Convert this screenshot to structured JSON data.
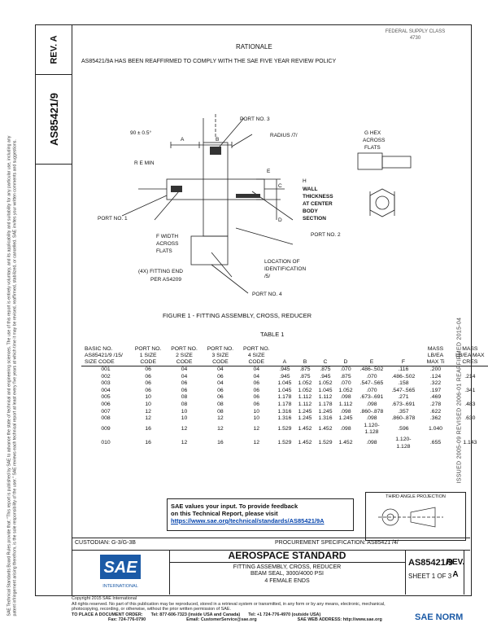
{
  "left_column": {
    "rev_label": "REV.",
    "rev_value": "A",
    "doc_number": "AS85421/9",
    "side_notice": "SAE Technical Standards Board Rules provide that: \"This report is published by SAE to advance the state of technical and engineering sciences. The use of this report is entirely voluntary, and its applicability and suitability for any particular use, including any patent infringement arising therefrom, is the sole responsibility of the user.\" SAE reviews each technical report at least every five years at which time it may be revised, reaffirmed, stabilized, or cancelled. SAE invites your written comments and suggestions."
  },
  "right_stamp": "ISSUED 2005-09   REVISED 2006-01   REAFFIRMED 2015-04",
  "fed_tag": "FEDERAL SUPPLY CLASS\n4730",
  "rationale_heading": "RATIONALE",
  "rationale_text": "AS85421/9A HAS BEEN REAFFIRMED TO COMPLY WITH THE SAE FIVE YEAR REVIEW POLICY",
  "figure": {
    "labels": {
      "angle": "90 ± 0.5°",
      "port3": "PORT NO. 3",
      "radius": "RADIUS /7/",
      "a": "A",
      "b": "B",
      "c": "C",
      "d": "D",
      "e": "E",
      "remin": "R E MIN",
      "h": "H",
      "wall": "WALL",
      "thickness": "THICKNESS",
      "atcenter": "AT CENTER",
      "body": "BODY",
      "section": "SECTION",
      "port1": "PORT NO. 1",
      "port2": "PORT NO. 2",
      "fwidth": "F WIDTH",
      "across": "ACROSS",
      "flats": "FLATS",
      "fittingend": "(4X) FITTING END",
      "per": "PER AS4209",
      "location": "LOCATION OF",
      "ident": "IDENTIFICATION",
      "five": "/5/",
      "port4": "PORT NO. 4",
      "ghex": "G HEX",
      "ghex_across": "ACROSS",
      "ghex_flats": "FLATS"
    },
    "caption": "FIGURE 1 - FITTING ASSEMBLY, CROSS, REDUCER"
  },
  "table": {
    "title": "TABLE 1",
    "headers": [
      "BASIC NO. AS85421/9 /15/ SIZE CODE",
      "PORT NO. 1 SIZE CODE",
      "PORT NO. 2 SIZE CODE",
      "PORT NO. 3 SIZE CODE",
      "PORT NO. 4 SIZE CODE",
      "A",
      "B",
      "C",
      "D",
      "E",
      "F",
      "MASS LB/EA MAX Ti",
      "MASS LB/EA MAX CRES"
    ],
    "rows": [
      [
        "001",
        "06",
        "04",
        "04",
        "04",
        ".945",
        ".875",
        ".875",
        ".070",
        ".486-.502",
        ".116",
        ".200"
      ],
      [
        "002",
        "06",
        "04",
        "06",
        "04",
        ".945",
        ".875",
        ".945",
        ".875",
        ".070",
        ".486-.502",
        ".124",
        ".214"
      ],
      [
        "003",
        "06",
        "06",
        "04",
        "06",
        "1.045",
        "1.052",
        "1.052",
        ".070",
        ".547-.565",
        ".158",
        ".322"
      ],
      [
        "004",
        "06",
        "06",
        "06",
        "06",
        "1.045",
        "1.052",
        "1.045",
        "1.052",
        ".070",
        ".547-.565",
        ".197",
        ".341"
      ],
      [
        "005",
        "10",
        "08",
        "06",
        "06",
        "1.178",
        "1.112",
        "1.112",
        ".098",
        ".673-.691",
        ".271",
        ".469"
      ],
      [
        "006",
        "10",
        "08",
        "08",
        "06",
        "1.178",
        "1.112",
        "1.178",
        "1.112",
        ".098",
        ".673-.691",
        ".278",
        ".483"
      ],
      [
        "007",
        "12",
        "10",
        "08",
        "10",
        "1.316",
        "1.245",
        "1.245",
        ".098",
        ".860-.878",
        ".357",
        ".622"
      ],
      [
        "008",
        "12",
        "10",
        "12",
        "10",
        "1.316",
        "1.245",
        "1.316",
        "1.245",
        ".098",
        ".860-.878",
        ".362",
        ".630"
      ],
      [
        "009",
        "16",
        "12",
        "12",
        "12",
        "1.529",
        "1.452",
        "1.452",
        ".098",
        "1.120-1.128",
        ".596",
        "1.040"
      ],
      [
        "010",
        "16",
        "12",
        "16",
        "12",
        "1.529",
        "1.452",
        "1.529",
        "1.452",
        ".098",
        "1.120-1.128",
        ".655",
        "1.143"
      ]
    ]
  },
  "feedback": {
    "line1": "SAE values your input. To provide feedback",
    "line2": "on this Technical Report, please visit",
    "link": "https://www.sae.org/technical/standards/AS85421/9A"
  },
  "third_angle_label": "THIRD ANGLE PROJECTION",
  "custodian": "CUSTODIAN: G-3/G-3B",
  "procurement": "PROCUREMENT SPECIFICATION: AS85421 /4/",
  "title_block": {
    "logo_text": "SAE",
    "logo_sub": "INTERNATIONAL",
    "heading": "AEROSPACE STANDARD",
    "line1": "FITTING ASSEMBLY, CROSS, REDUCER",
    "line2": "BEAM SEAL, 3000/4000 PSI",
    "line3": "4 FEMALE ENDS",
    "doc_number": "AS85421/9",
    "sheet": "SHEET 1 OF 3",
    "rev_label": "REV.",
    "rev_value": "A"
  },
  "footer": {
    "copyright": "Copyright 2015 SAE International",
    "rights": "All rights reserved. No part of this publication may be reproduced, stored in a retrieval system or transmitted, in any form or by any means, electronic, mechanical, photocopying, recording, or otherwise, without the prior written permission of SAE.",
    "order": "TO PLACE A DOCUMENT ORDER:",
    "tel": "Tel: 877-606-7323 (inside USA and Canada)",
    "tel2": "Tel: +1 724-776-4970 (outside USA)",
    "fax": "Fax: 724-776-0790",
    "email": "Email: CustomerService@sae.org",
    "web": "SAE WEB ADDRESS: http://www.sae.org",
    "watermark": "SAE NORM"
  },
  "colors": {
    "accent": "#1b5aa6",
    "link": "#0645ad"
  }
}
